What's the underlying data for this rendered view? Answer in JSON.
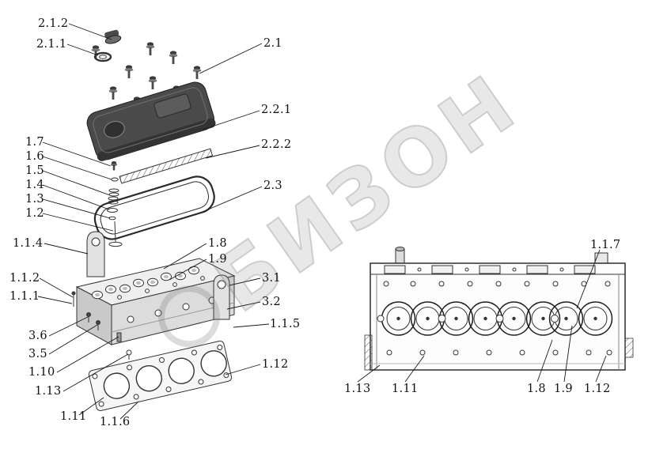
{
  "watermark": {
    "text": "БИЗОН"
  },
  "left_view": {
    "name": "exploded cylinder head assembly",
    "labels": {
      "p2_1_2": "2.1.2",
      "p2_1_1": "2.1.1",
      "p2_1": "2.1",
      "p2_2_1": "2.2.1",
      "p2_2_2": "2.2.2",
      "p2_3": "2.3",
      "p1_7": "1.7",
      "p1_6": "1.6",
      "p1_5": "1.5",
      "p1_4": "1.4",
      "p1_3": "1.3",
      "p1_2": "1.2",
      "p1_1_4": "1.1.4",
      "p1_1_2": "1.1.2",
      "p1_1_1": "1.1.1",
      "p3_6": "3.6",
      "p3_5": "3.5",
      "p1_10": "1.10",
      "p1_13": "1.13",
      "p1_11": "1.11",
      "p1_1_6": "1.1.6",
      "p1_8": "1.8",
      "p1_9": "1.9",
      "p3_1": "3.1",
      "p3_2": "3.2",
      "p1_1_5": "1.1.5",
      "p1_12": "1.12"
    }
  },
  "right_view": {
    "name": "cylinder head side view",
    "labels": {
      "p1_1_7": "1.1.7",
      "p1_13": "1.13",
      "p1_11": "1.11",
      "p1_8": "1.8",
      "p1_9": "1.9",
      "p1_12": "1.12"
    }
  }
}
